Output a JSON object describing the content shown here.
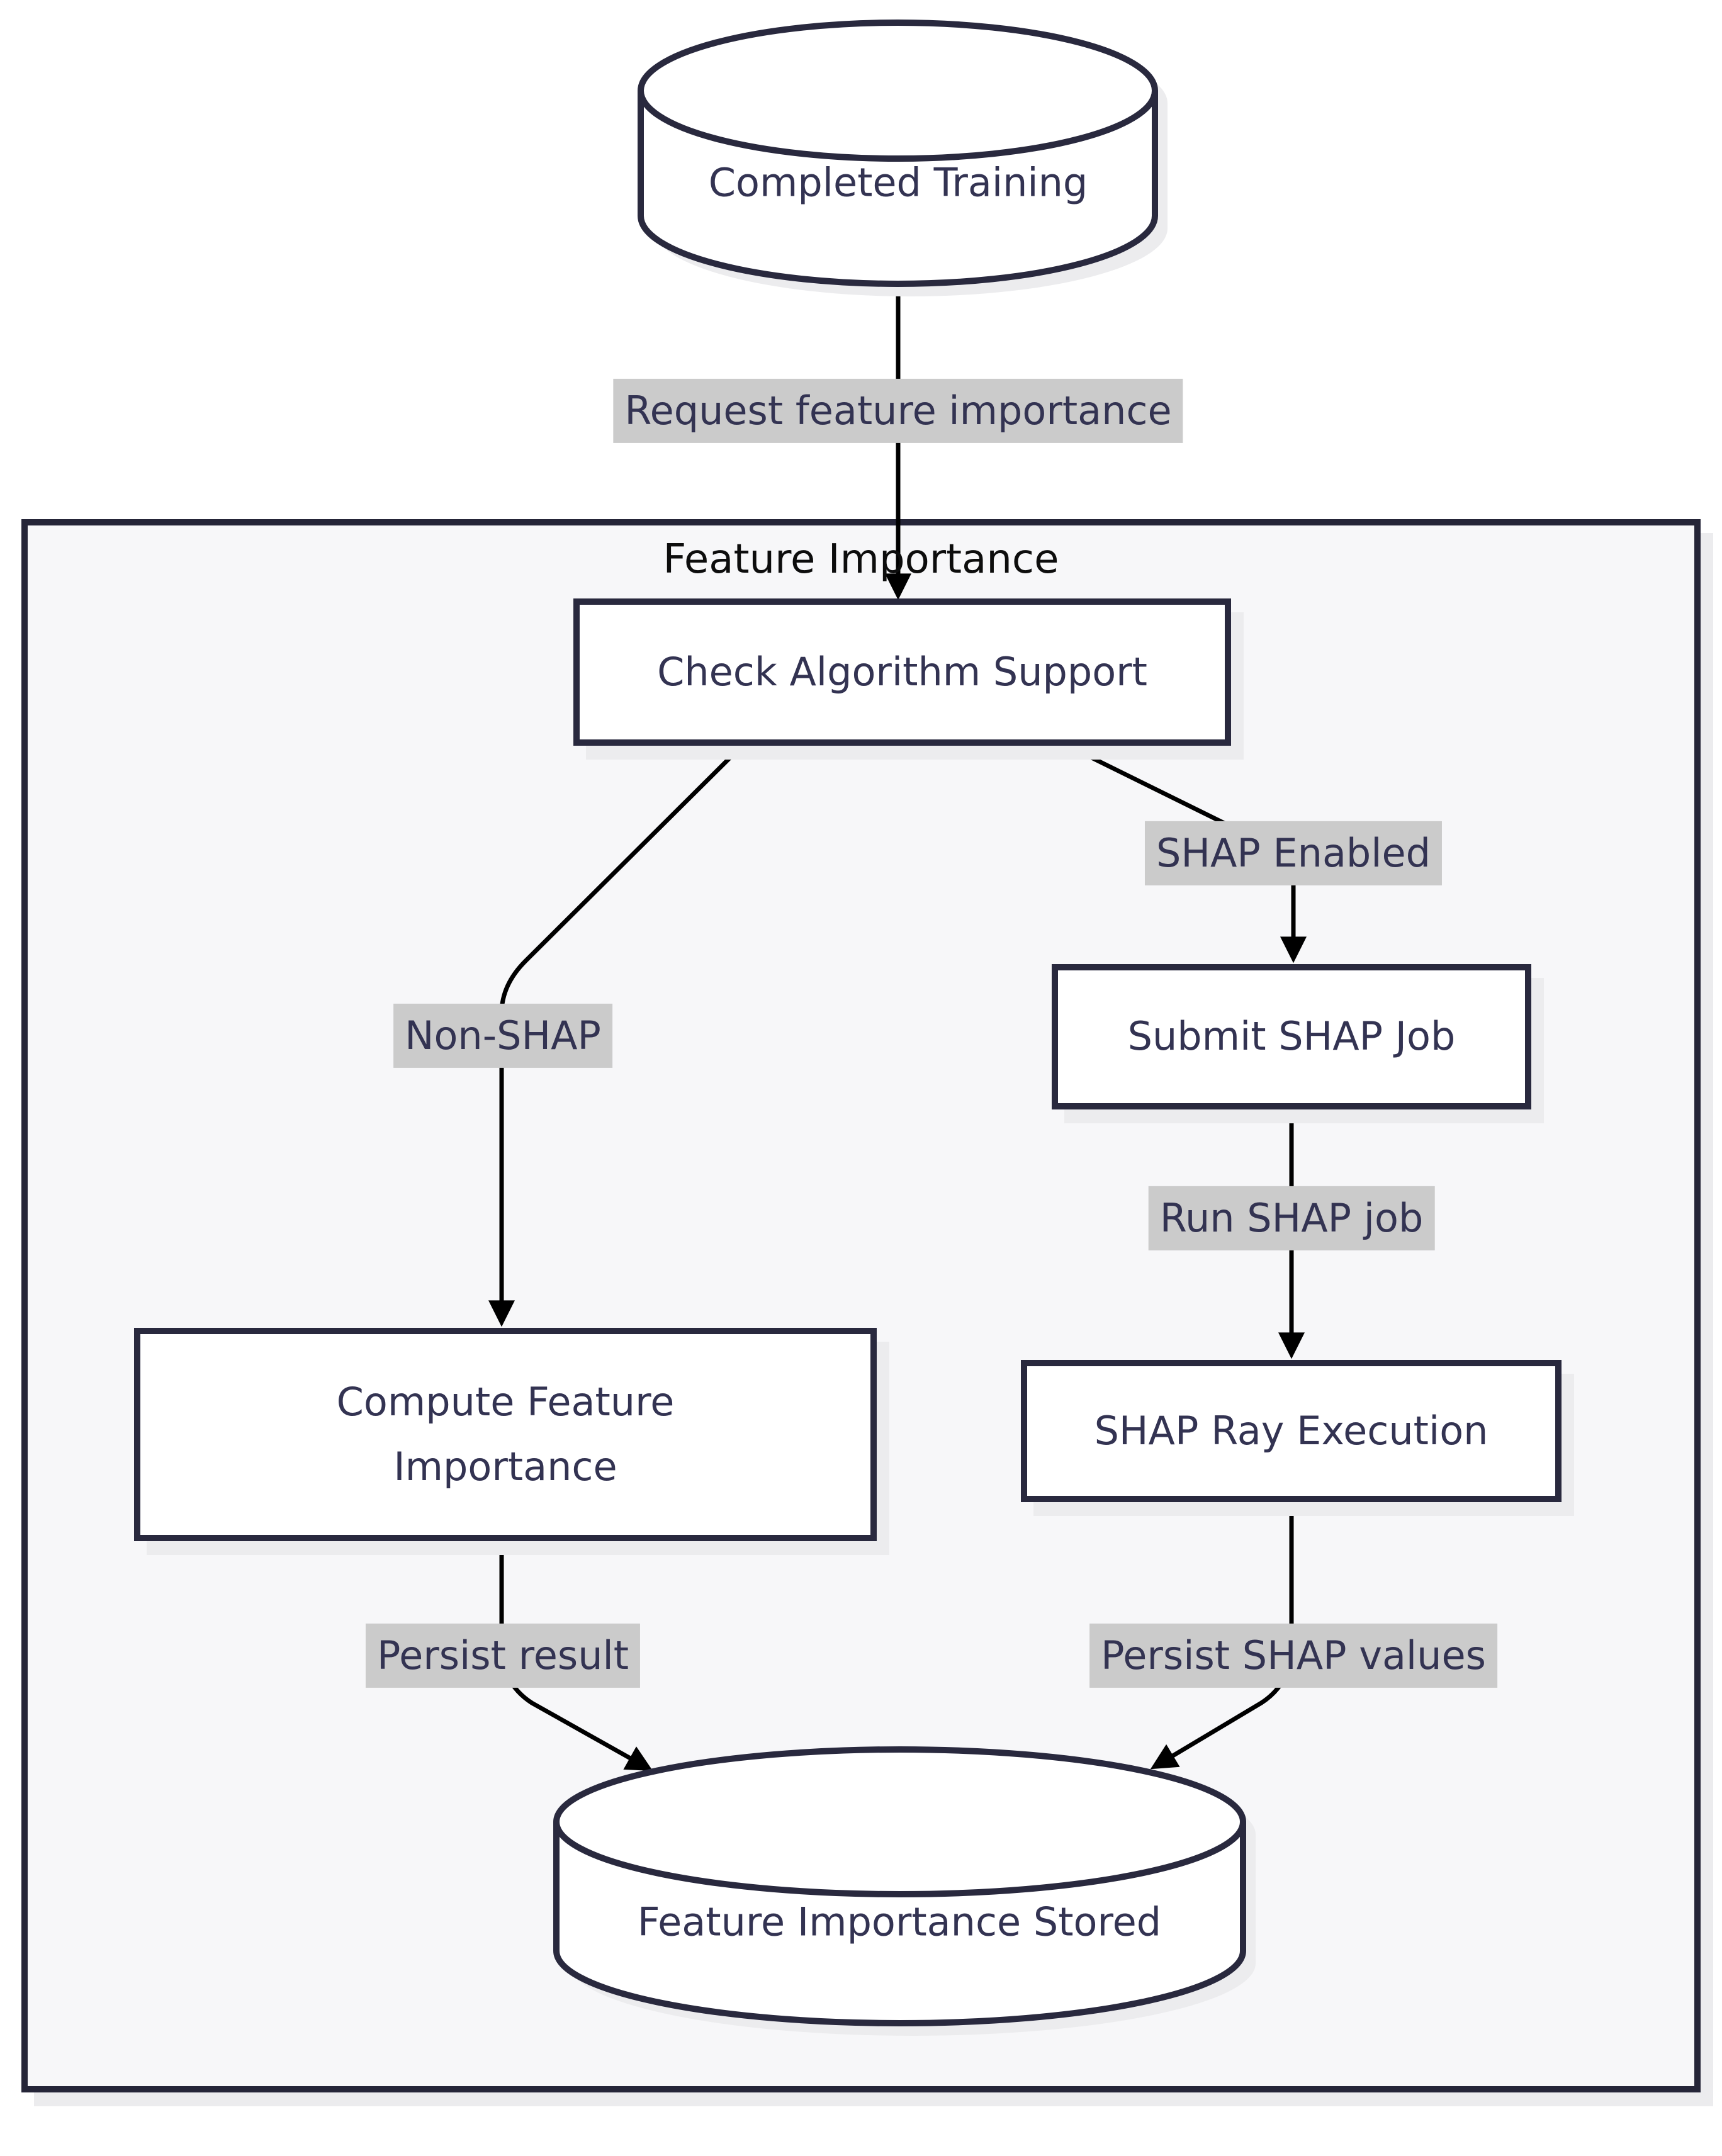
{
  "diagram": {
    "type": "flowchart",
    "subgraph_title": "Feature Importance",
    "nodes": {
      "completed_training": {
        "label": "Completed Training",
        "shape": "cylinder"
      },
      "check_algorithm_support": {
        "label": "Check Algorithm Support",
        "shape": "rect"
      },
      "submit_shap_job": {
        "label": "Submit SHAP Job",
        "shape": "rect"
      },
      "compute_feature_importance": {
        "label": "Compute Feature Importance",
        "shape": "rect"
      },
      "shap_ray_execution": {
        "label": "SHAP Ray Execution",
        "shape": "rect"
      },
      "feature_importance_stored": {
        "label": "Feature Importance Stored",
        "shape": "cylinder"
      }
    },
    "edges": [
      {
        "from": "completed_training",
        "to": "check_algorithm_support",
        "label": "Request feature importance"
      },
      {
        "from": "check_algorithm_support",
        "to": "compute_feature_importance",
        "label": "Non-SHAP"
      },
      {
        "from": "check_algorithm_support",
        "to": "submit_shap_job",
        "label": "SHAP Enabled"
      },
      {
        "from": "submit_shap_job",
        "to": "shap_ray_execution",
        "label": "Run SHAP job"
      },
      {
        "from": "compute_feature_importance",
        "to": "feature_importance_stored",
        "label": "Persist result"
      },
      {
        "from": "shap_ray_execution",
        "to": "feature_importance_stored",
        "label": "Persist SHAP values"
      }
    ],
    "colors": {
      "node_border": "#29293e",
      "node_fill": "#ffffff",
      "text": "#333352",
      "title_text": "#0d0d0d",
      "edge": "#000000",
      "edge_label_bg": "#cbcbcb",
      "container_fill": "#f7f7f9",
      "container_border": "#252538",
      "shadow": "#ececee"
    }
  }
}
